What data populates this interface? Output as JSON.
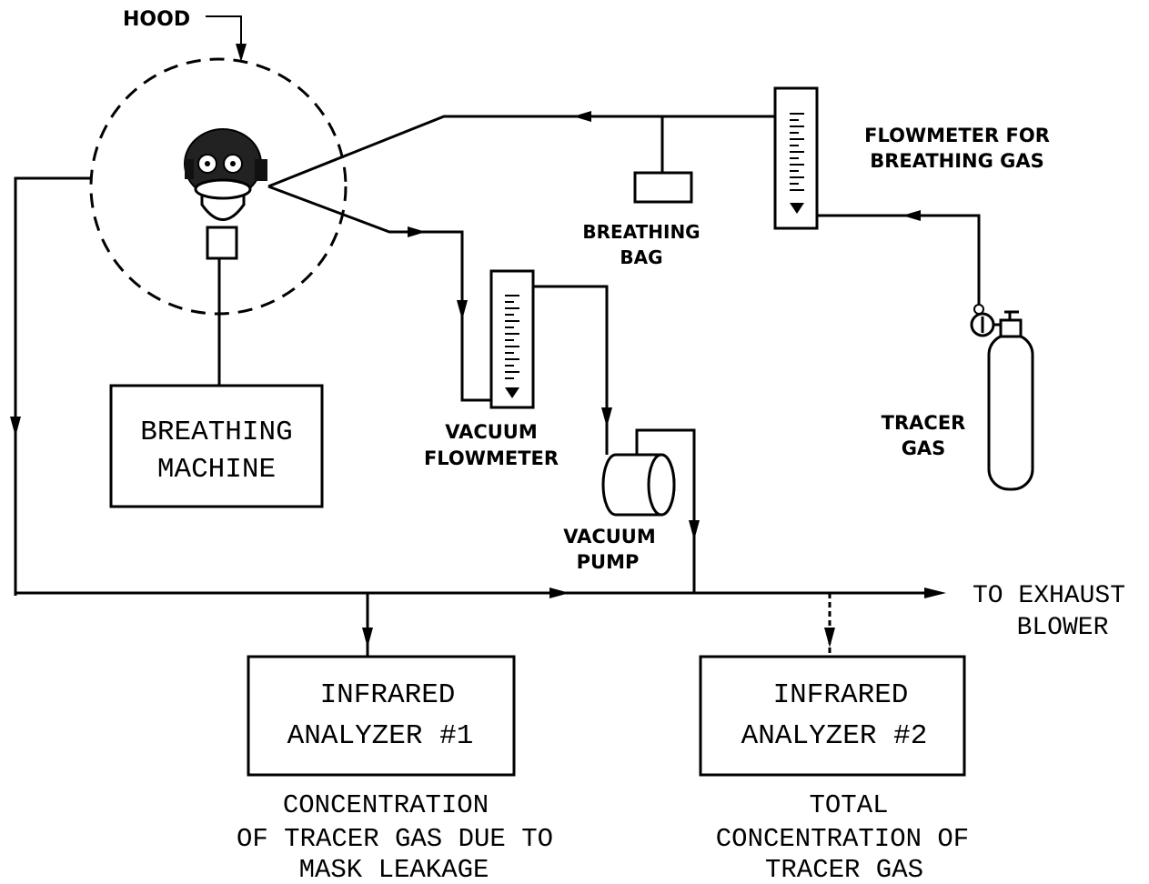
{
  "hood_label": "HOOD",
  "flowmeter_breathing": [
    "FLOWMETER FOR",
    "BREATHING GAS"
  ],
  "breathing_bag": [
    "BREATHING",
    "BAG"
  ],
  "breathing_machine": [
    "BREATHING",
    "MACHINE"
  ],
  "vacuum_flowmeter": [
    "VACUUM",
    "FLOWMETER"
  ],
  "vacuum_pump": [
    "VACUUM",
    "PUMP"
  ],
  "tracer_gas": [
    "TRACER",
    "GAS"
  ],
  "exhaust": [
    "TO EXHAUST",
    "BLOWER"
  ],
  "analyzer_1": [
    "INFRARED",
    "ANALYZER #1"
  ],
  "analyzer_2": [
    "INFRARED",
    "ANALYZER #2"
  ],
  "caption_1": [
    "CONCENTRATION",
    "OF TRACER GAS DUE TO",
    "MASK LEAKAGE"
  ],
  "caption_2": [
    "TOTAL",
    "CONCENTRATION OF",
    "TRACER GAS"
  ]
}
